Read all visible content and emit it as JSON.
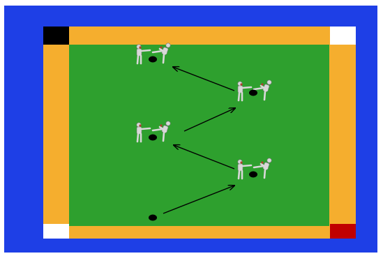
{
  "colors": {
    "outer_background": "#1e3fe6",
    "border_band": "#f5ae2e",
    "pitch": "#2ea02e",
    "corner_top_left": "#000000",
    "corner_top_right": "#ffffff",
    "corner_bottom_left": "#ffffff",
    "corner_bottom_right": "#c00000",
    "ball": "#000000",
    "arrow": "#000000",
    "player_body": "#d8d8d8",
    "player_accent": "#b04030"
  },
  "icons": {
    "player": "kicking-player-icon",
    "ball": "ball-icon"
  },
  "drill": {
    "players": [
      {
        "id": "player-top-left"
      },
      {
        "id": "player-right-upper"
      },
      {
        "id": "player-mid-left"
      },
      {
        "id": "player-right-lower"
      }
    ],
    "balls": [
      {
        "id": "ball-start"
      },
      {
        "id": "ball-right-lower"
      },
      {
        "id": "ball-mid-left"
      },
      {
        "id": "ball-right-upper"
      },
      {
        "id": "ball-top-left"
      }
    ],
    "pass_sequence": [
      {
        "from": "ball-start",
        "to": "player-right-lower"
      },
      {
        "from": "player-right-lower",
        "to": "player-mid-left"
      },
      {
        "from": "player-mid-left",
        "to": "player-right-upper"
      },
      {
        "from": "player-right-upper",
        "to": "player-top-left"
      }
    ]
  }
}
